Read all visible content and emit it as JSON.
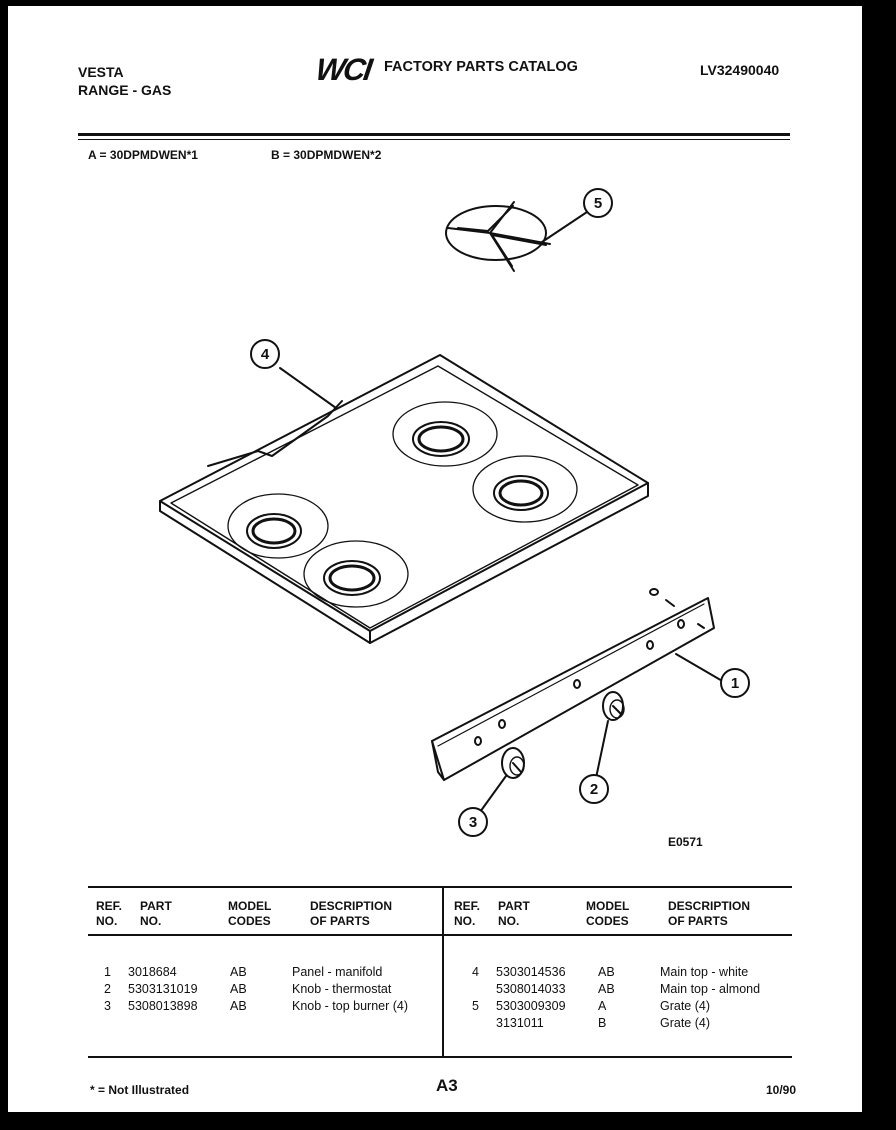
{
  "header": {
    "brand": "VESTA",
    "product": "RANGE - GAS",
    "logo_text": "WCI",
    "catalog_title": "FACTORY PARTS CATALOG",
    "catalog_number": "LV32490040"
  },
  "models": {
    "a": "A = 30DPMDWEN*1",
    "b": "B = 30DPMDWEN*2"
  },
  "diagram": {
    "callouts": [
      "1",
      "2",
      "3",
      "4",
      "5"
    ],
    "figure_code": "E0571"
  },
  "table": {
    "headers": [
      "REF.\nNO.",
      "PART\nNO.",
      "MODEL\nCODES",
      "DESCRIPTION\nOF PARTS"
    ],
    "left": {
      "ref": "1\n2\n3",
      "part": "3018684\n5303131019\n5308013898",
      "codes": "AB\nAB\nAB",
      "desc": "Panel - manifold\nKnob - thermostat\nKnob - top burner (4)"
    },
    "right": {
      "ref": "4\n\n5",
      "part": "5303014536\n5308014033\n5303009309\n3131011",
      "codes": "AB\nAB\nA\nB",
      "desc": "Main top - white\nMain top - almond\nGrate (4)\nGrate (4)"
    }
  },
  "footer": {
    "note": "* = Not Illustrated",
    "page": "A3",
    "date": "10/90"
  }
}
